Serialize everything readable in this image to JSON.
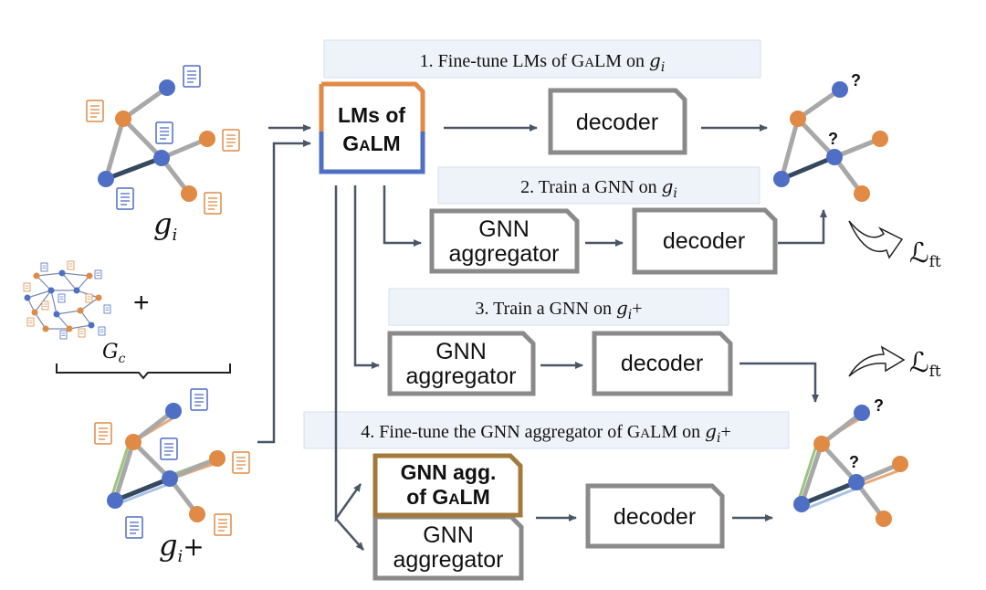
{
  "steps": {
    "step1": {
      "prefix": "1. Fine-tune LMs of G",
      "smallcaps": "A",
      "suffix": "LM on ",
      "graph": "g",
      "sub": "i"
    },
    "step2": {
      "prefix": "2. Train a GNN on ",
      "graph": "g",
      "sub": "i"
    },
    "step3": {
      "prefix": "3. Train a GNN on ",
      "graph": "g",
      "sub": "i",
      "plus": "+"
    },
    "step4": {
      "prefix": "4. Fine-tune the GNN aggregator of G",
      "smallcaps": "A",
      "suffix": "LM on ",
      "graph": "g",
      "sub": "i",
      "plus": "+"
    }
  },
  "boxes": {
    "lms": {
      "line1": "LMs of",
      "line2_g": "G",
      "line2_a": "A",
      "line2_rest": "LM"
    },
    "decoder": "decoder",
    "gnn_line1": "GNN",
    "gnn_line2": "aggregator",
    "gnn_agg_line1": "GNN agg.",
    "gnn_agg_line2_prefix": "of G",
    "gnn_agg_line2_a": "A",
    "gnn_agg_line2_rest": "LM"
  },
  "labels": {
    "gi_g": "g",
    "gi_sub": "i",
    "gc_g": "G",
    "gc_sub": "c",
    "gip_g": "g",
    "gip_sub": "i",
    "gip_plus": "+",
    "plus_sign": "+",
    "loss_L": "ℒ",
    "loss_sub": "ft",
    "question": "?"
  },
  "colors": {
    "orange": "#e08a45",
    "blue": "#4f6fc4",
    "gray": "#a8a8a8",
    "dark_edge": "#34495e",
    "box_border": "#8a8a8a",
    "gnn_agg_border": "#a47a3c",
    "banner_fill": "#eef3f9",
    "arrow": "#4a5668",
    "green_edge": "#9cc47a",
    "light_blue_edge": "#a9c3e6"
  },
  "icons": [
    "document-icon",
    "graph-icon",
    "outline-arrow-icon"
  ]
}
